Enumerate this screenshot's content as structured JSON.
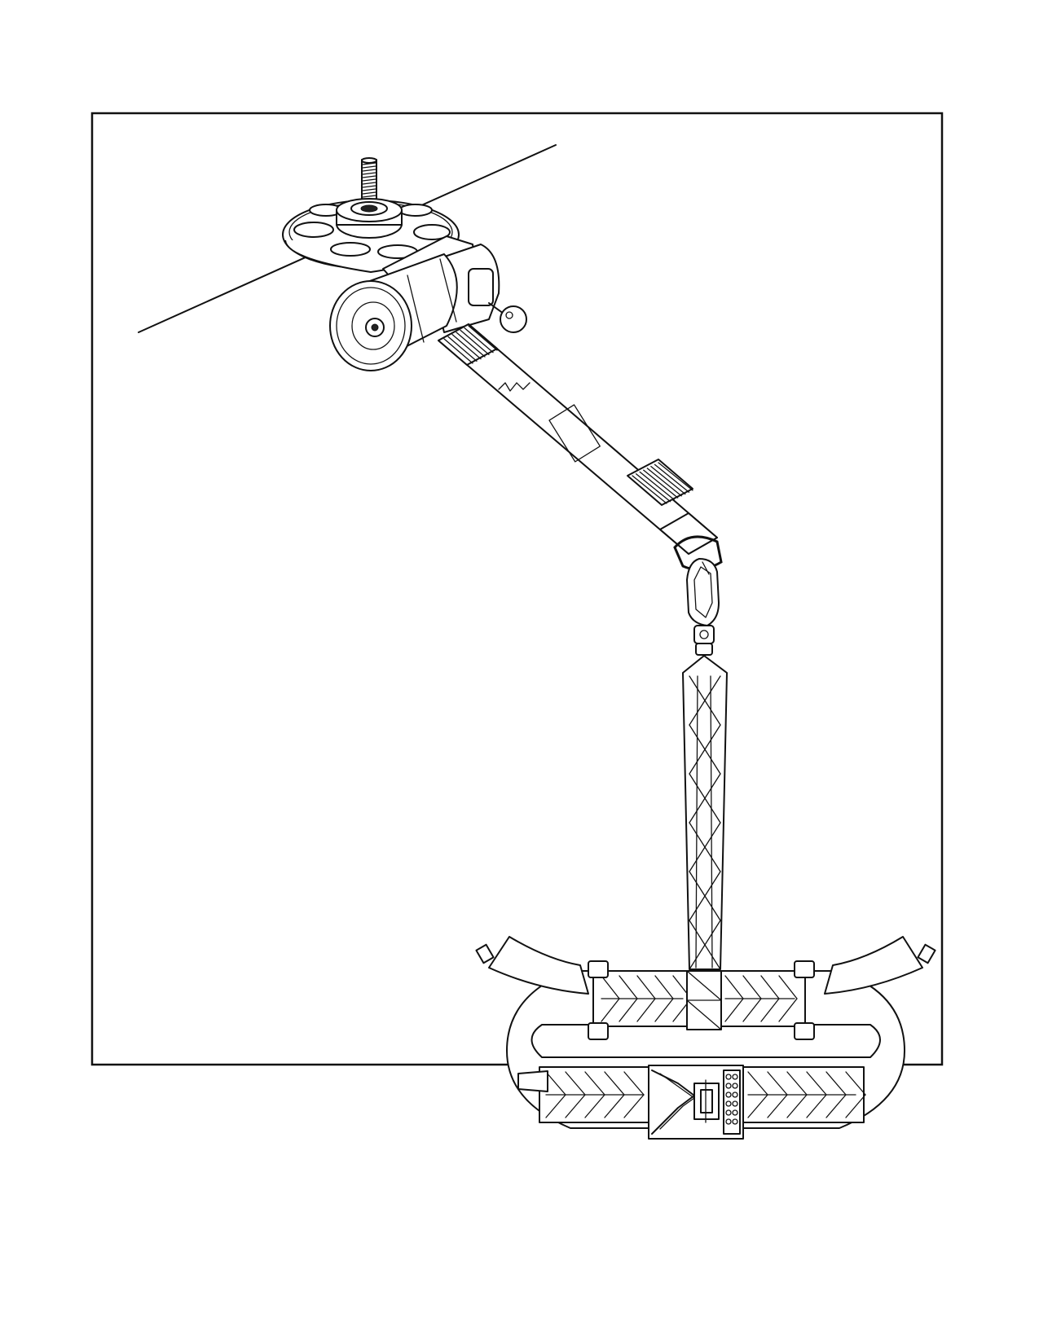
{
  "figure": {
    "kind": "patent-style line drawing",
    "parts": [
      "frame-border",
      "overhead-cable",
      "threaded-stud",
      "mounting-plate",
      "winch-drum",
      "winch-knob",
      "webbing-strap",
      "d-ring",
      "carabiner",
      "swivel",
      "suspension-strap",
      "harness"
    ]
  },
  "colors": {
    "line": "#111111",
    "background": "#ffffff"
  }
}
